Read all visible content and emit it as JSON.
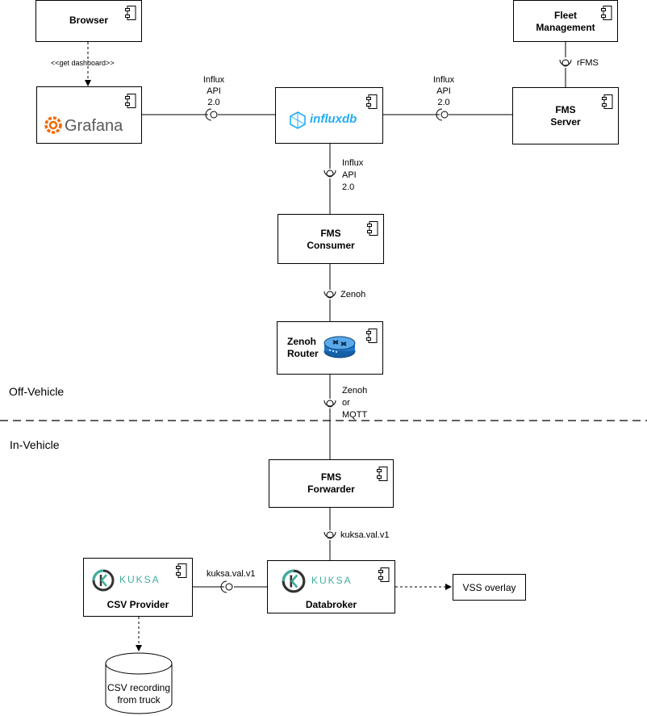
{
  "components": {
    "browser": "Browser",
    "fleet_management": "Fleet\nManagement",
    "grafana_logo": "Grafana",
    "influxdb_logo": "influxdb",
    "fms_server": "FMS\nServer",
    "fms_consumer": "FMS\nConsumer",
    "zenoh_router": "Zenoh\nRouter",
    "fms_forwarder": "FMS\nForwarder",
    "csv_provider": "CSV Provider",
    "databroker": "Databroker",
    "vss_overlay": "VSS overlay",
    "csv_recording": "CSV recording\nfrom truck",
    "kuksa_logo": "KUKSA"
  },
  "interfaces": {
    "get_dashboard": "<<get dashboard>>",
    "influx_left": "Influx\nAPI\n2.0",
    "influx_right": "Influx\nAPI\n2.0",
    "influx_down": "Influx\nAPI\n2.0",
    "rfms": "rFMS",
    "zenoh": "Zenoh",
    "zenoh_or_mqtt": "Zenoh\nor\nMQTT",
    "kuksa_forwarder": "kuksa.val.v1",
    "kuksa_provider": "kuksa.val.v1"
  },
  "zones": {
    "off_vehicle": "Off-Vehicle",
    "in_vehicle": "In-Vehicle"
  },
  "colors": {
    "grafana_orange": "#F46800",
    "grafana_text": "#5A5A5A",
    "influx_blue": "#22ADF6",
    "kuksa_teal": "#3FAE9B",
    "kuksa_dark": "#333333",
    "router_blue": "#1F77C9"
  }
}
